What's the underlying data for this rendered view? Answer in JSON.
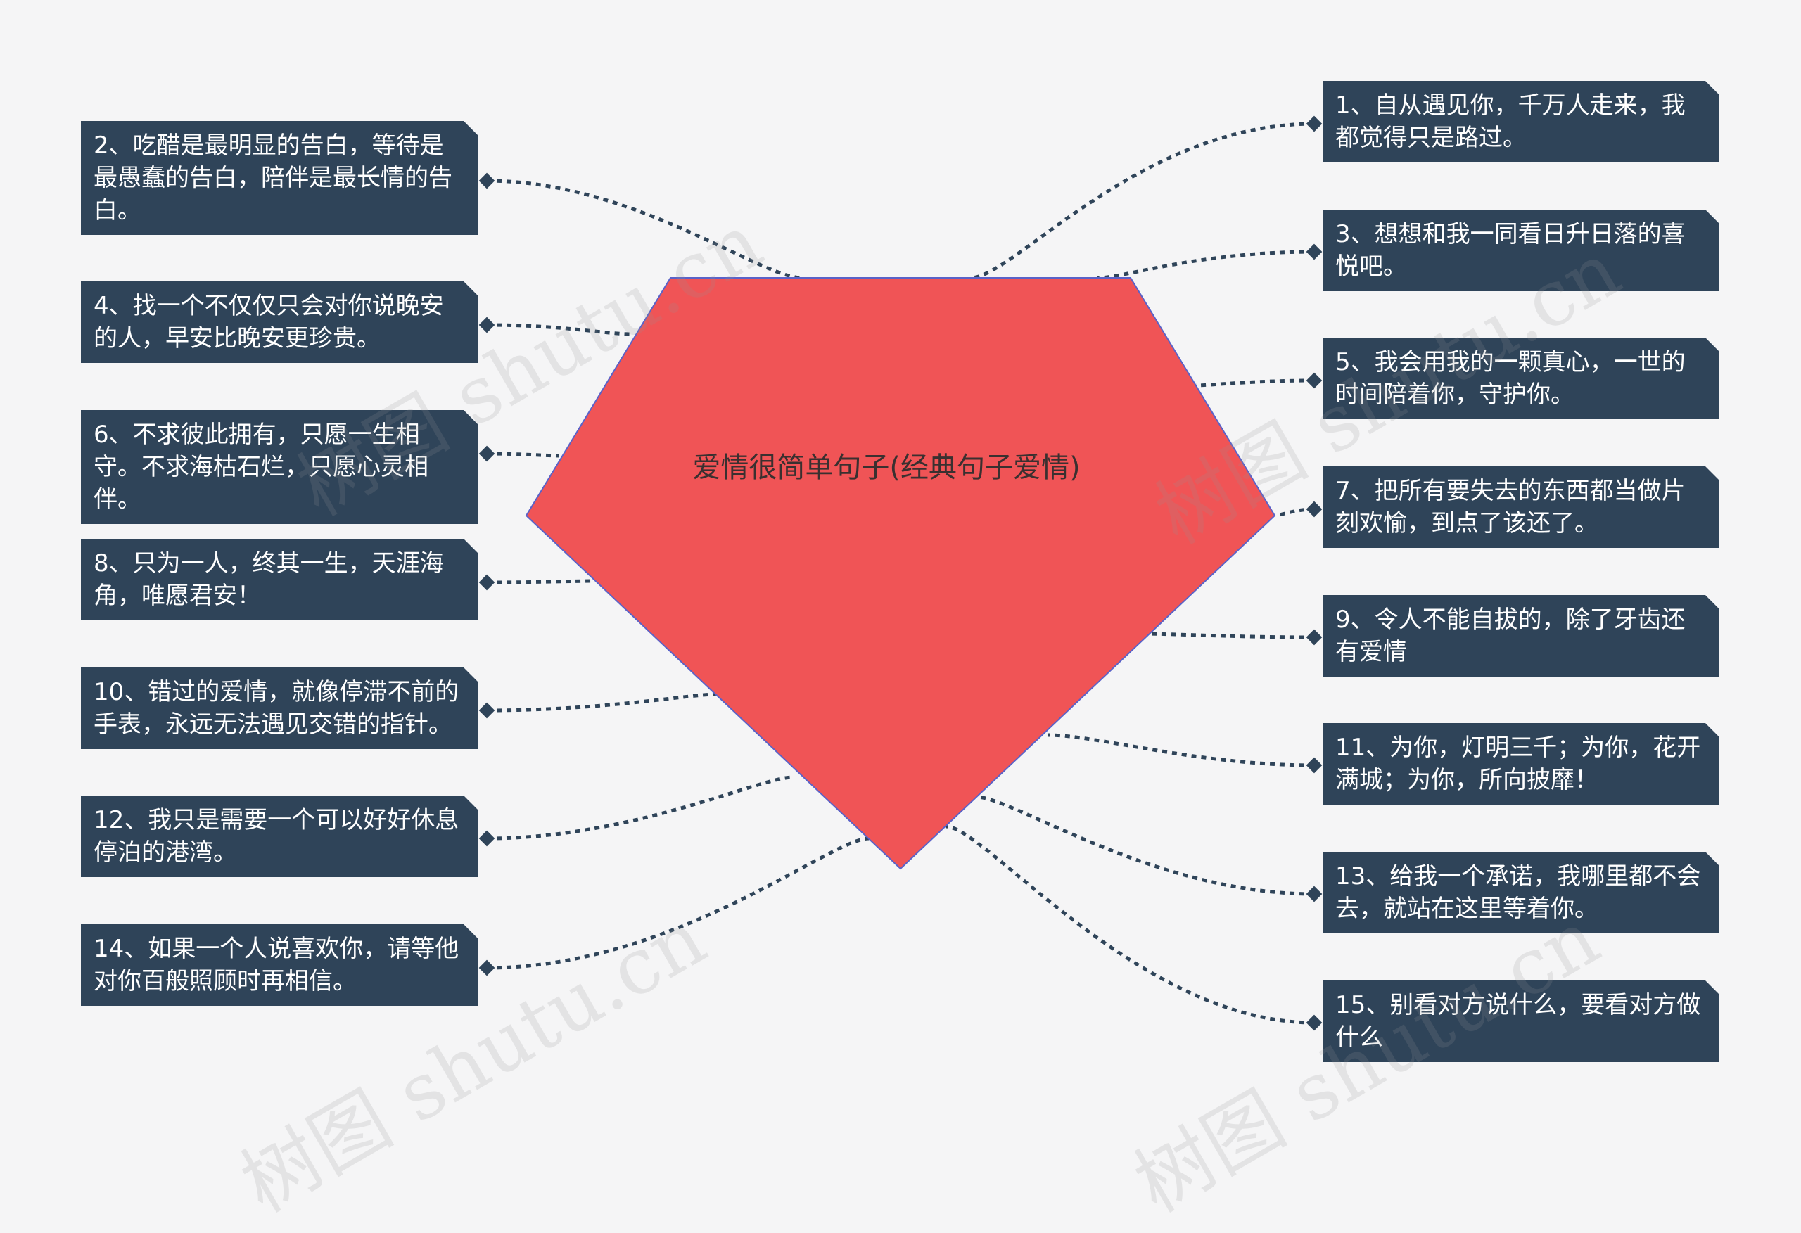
{
  "diagram": {
    "center": {
      "label": "爱情很简单句子(经典句子爱情)",
      "fill": "#f05456",
      "stroke": "#5a62c8"
    },
    "node_color": "#2f4459",
    "line_color": "#2f4459",
    "watermark": "树图 shutu.cn",
    "left_nodes": [
      {
        "text": "2、吃醋是最明显的告白，等待是最愚蠢的告白，陪伴是最长情的告白。"
      },
      {
        "text": "4、找一个不仅仅只会对你说晚安的人，早安比晚安更珍贵。"
      },
      {
        "text": "6、不求彼此拥有，只愿一生相守。不求海枯石烂，只愿心灵相伴。"
      },
      {
        "text": "8、只为一人，终其一生，天涯海角，唯愿君安！"
      },
      {
        "text": "10、错过的爱情，就像停滞不前的手表，永远无法遇见交错的指针。"
      },
      {
        "text": "12、我只是需要一个可以好好休息停泊的港湾。"
      },
      {
        "text": "14、如果一个人说喜欢你，请等他对你百般照顾时再相信。"
      }
    ],
    "right_nodes": [
      {
        "text": "1、自从遇见你，千万人走来，我都觉得只是路过。"
      },
      {
        "text": "3、想想和我一同看日升日落的喜悦吧。"
      },
      {
        "text": "5、我会用我的一颗真心，一世的时间陪着你，守护你。"
      },
      {
        "text": "7、把所有要失去的东西都当做片刻欢愉，到点了该还了。"
      },
      {
        "text": "9、令人不能自拔的，除了牙齿还有爱情"
      },
      {
        "text": "11、为你，灯明三千；为你，花开满城；为你，所向披靡！"
      },
      {
        "text": "13、给我一个承诺，我哪里都不会去，就站在这里等着你。"
      },
      {
        "text": "15、别看对方说什么，要看对方做什么"
      }
    ]
  }
}
